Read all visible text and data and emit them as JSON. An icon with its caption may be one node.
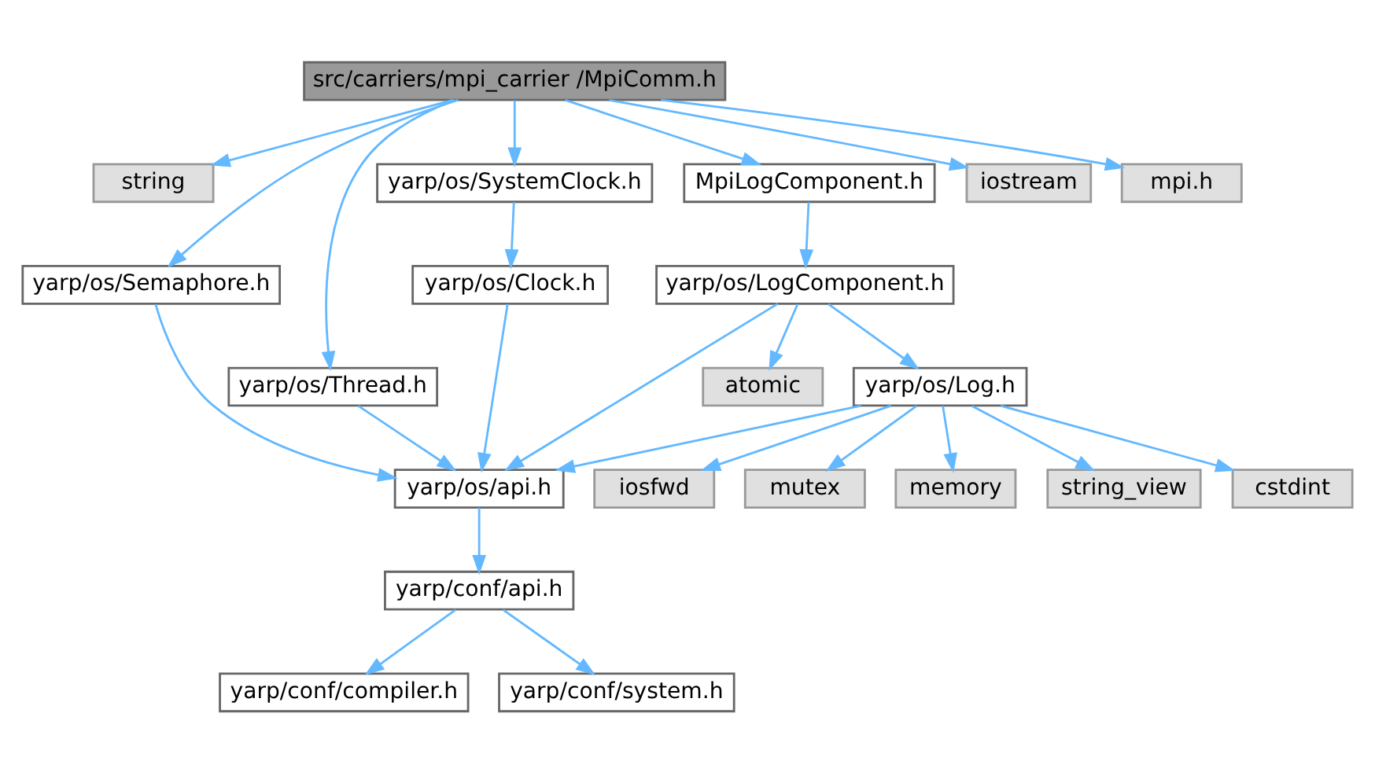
{
  "diagram": {
    "nodes": [
      {
        "text": [
          "src/carriers/mpi_carrier /MpiComm.h"
        ]
      },
      {
        "text": [
          "string"
        ]
      },
      {
        "text": [
          "yarp/os/SystemClock.h"
        ]
      },
      {
        "text": [
          "iostream"
        ]
      },
      {
        "text": [
          "mpi.h"
        ]
      },
      {
        "text": [
          "MpiLogComponent.h"
        ]
      },
      {
        "text": [
          "yarp/os/Semaphore.h"
        ]
      },
      {
        "text": [
          "yarp/os/Clock.h"
        ]
      },
      {
        "text": [
          "yarp/os/LogComponent.h"
        ]
      },
      {
        "text": [
          "yarp/os/Thread.h"
        ]
      },
      {
        "text": [
          "yarp/os/Log.h"
        ]
      },
      {
        "text": [
          "atomic"
        ]
      },
      {
        "text": [
          "yarp/os/api.h"
        ]
      },
      {
        "text": [
          "cstdint"
        ]
      },
      {
        "text": [
          "iosfwd"
        ]
      },
      {
        "text": [
          "mutex"
        ]
      },
      {
        "text": [
          "memory"
        ]
      },
      {
        "text": [
          "string_view"
        ]
      },
      {
        "text": [
          "yarp/conf/api.h"
        ]
      },
      {
        "text": [
          "yarp/conf/compiler.h"
        ]
      },
      {
        "text": [
          "yarp/conf/system.h"
        ]
      }
    ],
    "edges": [
      {
        "from": 0,
        "to": 1,
        "arrow": "to"
      },
      {
        "from": 0,
        "to": 2,
        "arrow": "to"
      },
      {
        "from": 0,
        "to": 3,
        "arrow": "to"
      },
      {
        "from": 0,
        "to": 4,
        "arrow": "to"
      },
      {
        "from": 0,
        "to": 5,
        "arrow": "to"
      },
      {
        "from": 0,
        "to": 6,
        "arrow": "to"
      },
      {
        "from": 0,
        "to": 9,
        "arrow": "to"
      },
      {
        "from": 2,
        "to": 7,
        "arrow": "to"
      },
      {
        "from": 5,
        "to": 8,
        "arrow": "to"
      },
      {
        "from": 6,
        "to": 12,
        "arrow": "to"
      },
      {
        "from": 7,
        "to": 12,
        "arrow": "to"
      },
      {
        "from": 8,
        "to": 10,
        "arrow": "to"
      },
      {
        "from": 8,
        "to": 11,
        "arrow": "to"
      },
      {
        "from": 8,
        "to": 12,
        "arrow": "to"
      },
      {
        "from": 9,
        "to": 12,
        "arrow": "to"
      },
      {
        "from": 10,
        "to": 12,
        "arrow": "to"
      },
      {
        "from": 10,
        "to": 13,
        "arrow": "to"
      },
      {
        "from": 10,
        "to": 14,
        "arrow": "to"
      },
      {
        "from": 10,
        "to": 15,
        "arrow": "to"
      },
      {
        "from": 10,
        "to": 16,
        "arrow": "to"
      },
      {
        "from": 10,
        "to": 17,
        "arrow": "to"
      },
      {
        "from": 12,
        "to": 18,
        "arrow": "to"
      },
      {
        "from": 18,
        "to": 19,
        "arrow": "to"
      },
      {
        "from": 18,
        "to": 20,
        "arrow": "to"
      }
    ]
  }
}
